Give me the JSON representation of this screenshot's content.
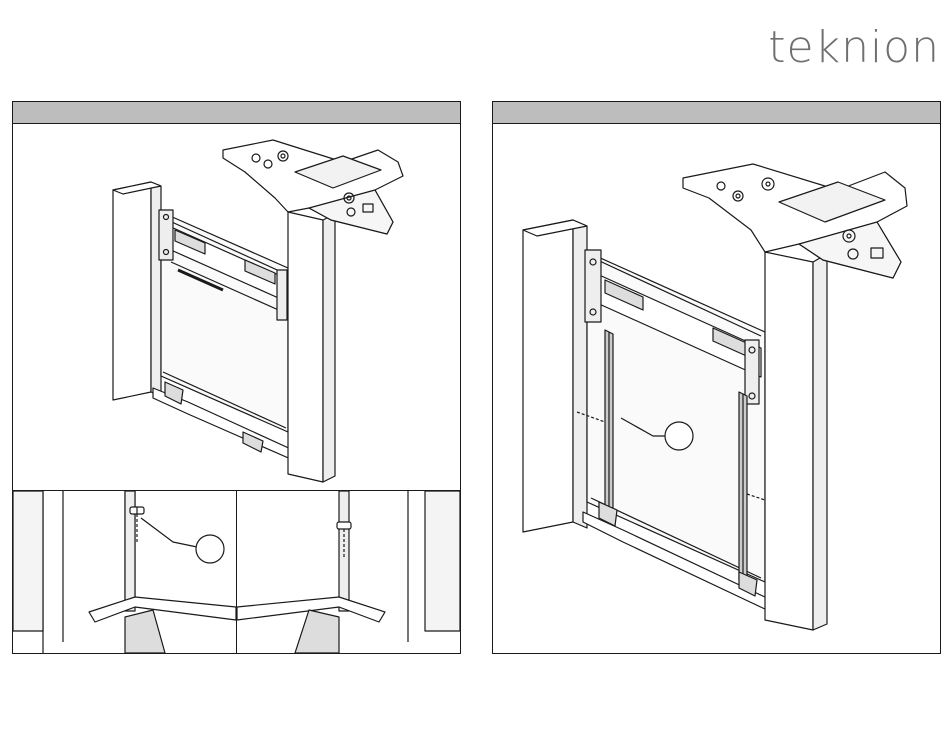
{
  "brand": {
    "logo_text": "teknion"
  },
  "panels": [
    {
      "id": "step-left",
      "header_text": ""
    },
    {
      "id": "step-right",
      "header_text": ""
    }
  ],
  "colors": {
    "header_bg": "#bdbdbd",
    "line": "#1a1a1a",
    "logo": "#6f6f6f"
  }
}
